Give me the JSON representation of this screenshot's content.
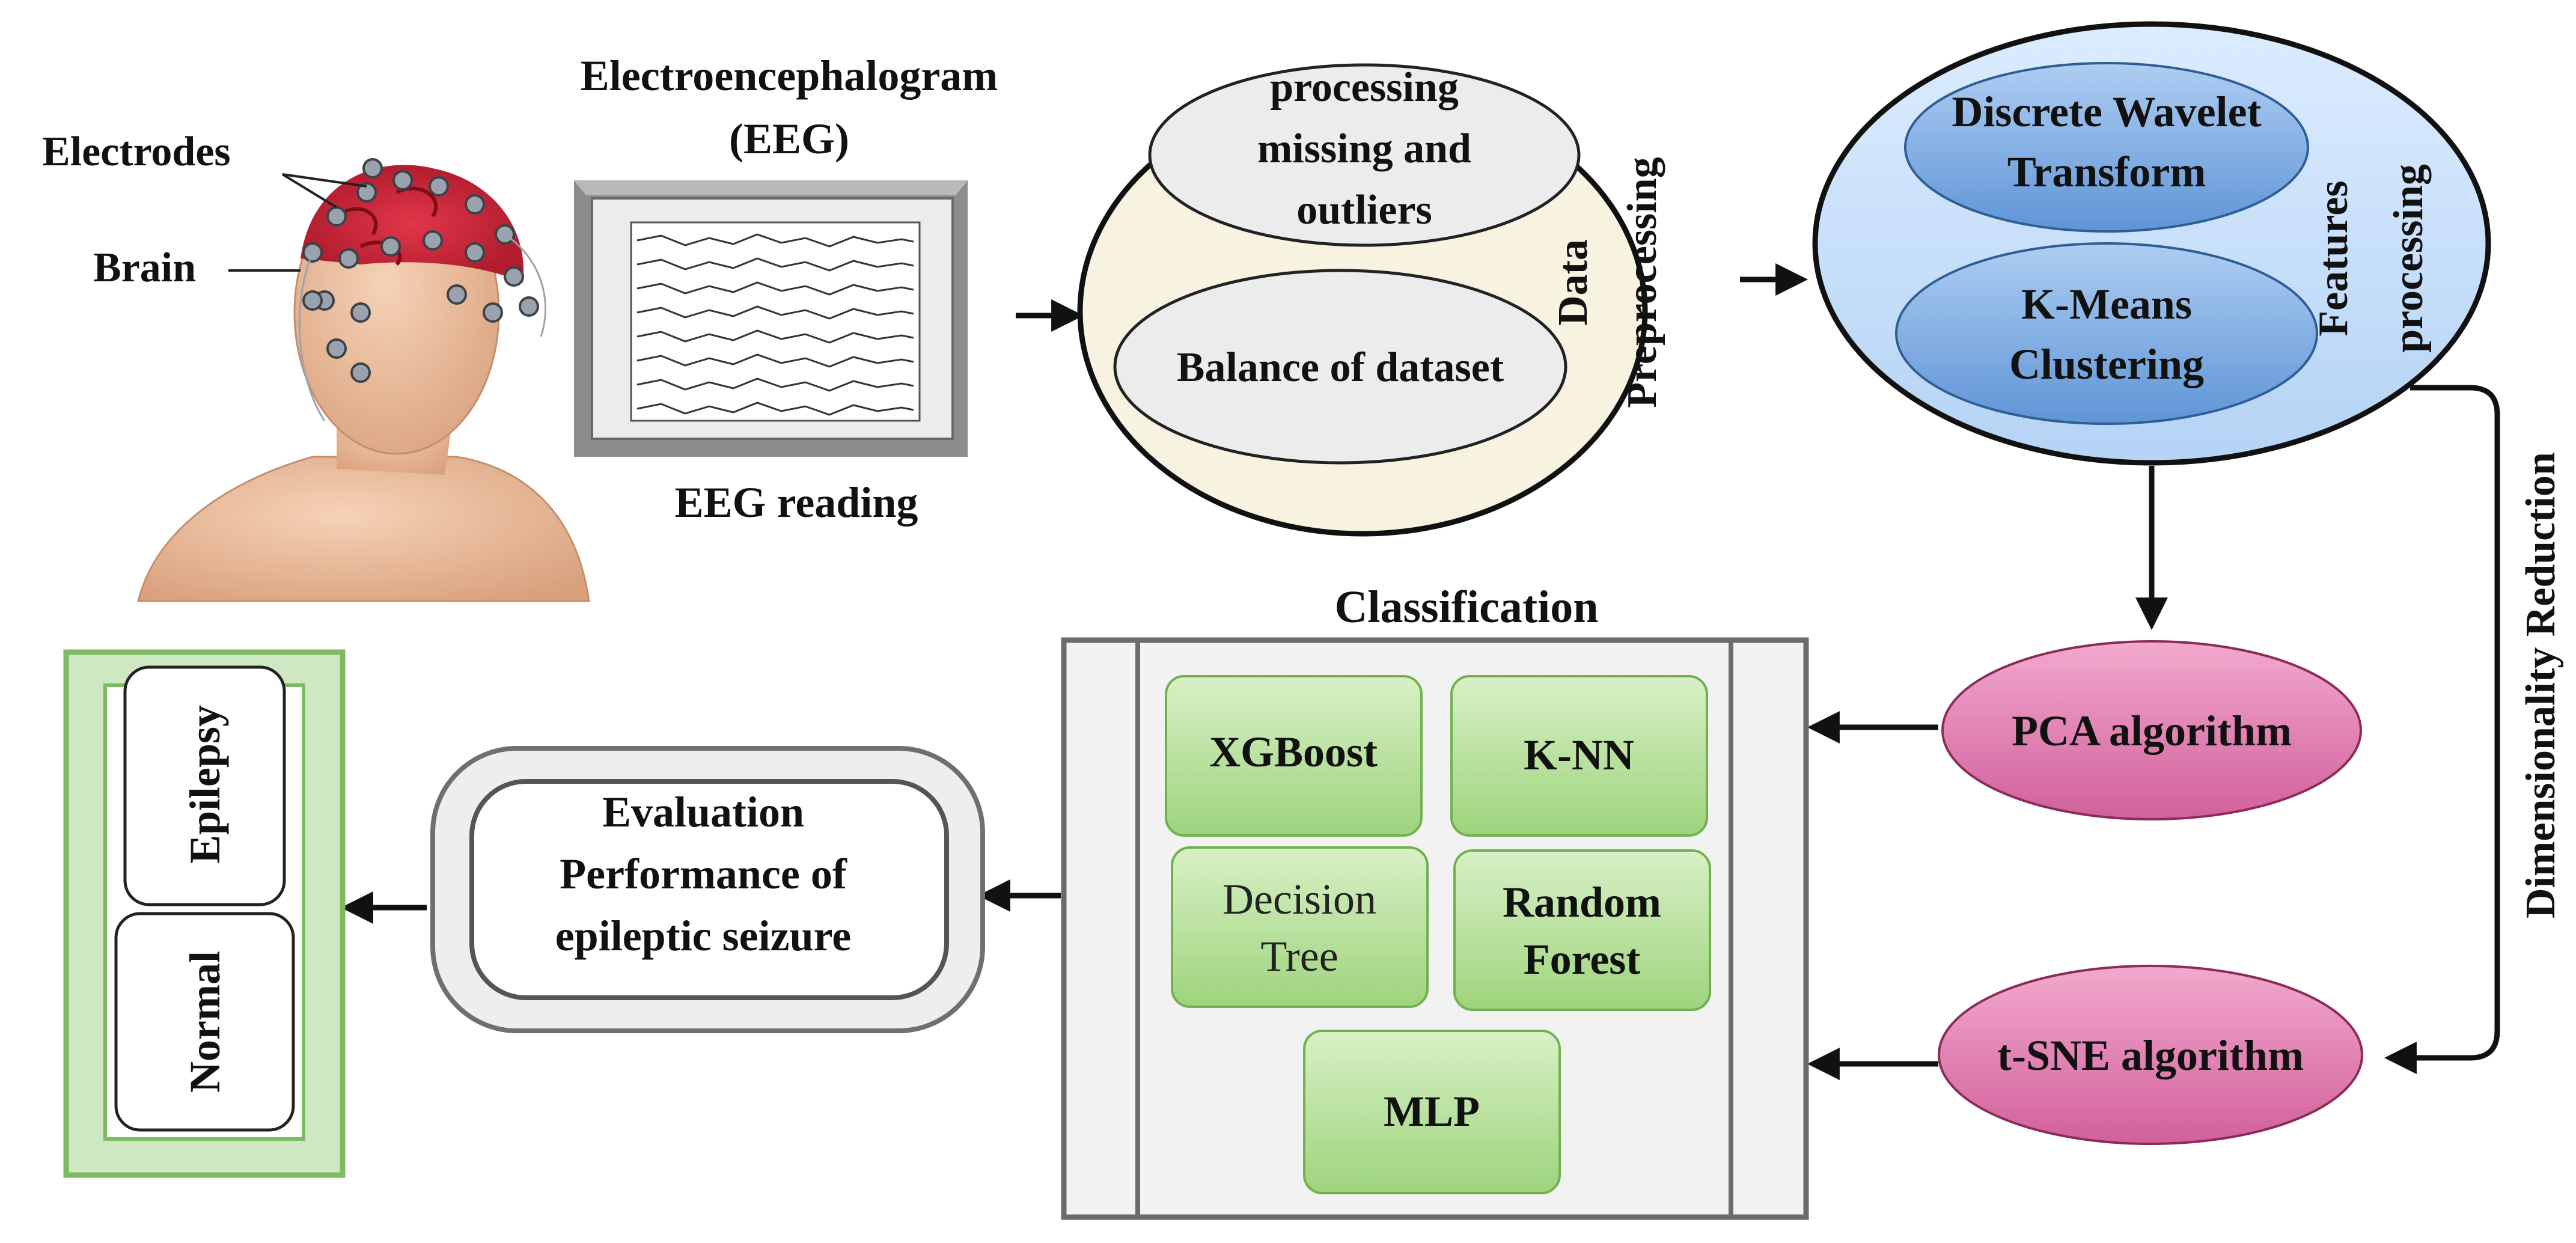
{
  "input": {
    "electrodes_label": "Electrodes",
    "brain_label": "Brain",
    "eeg_title_1": "Electroencephalogram",
    "eeg_title_2": "(EEG)",
    "eeg_reading_label": "EEG reading"
  },
  "preprocessing": {
    "label_1": "Data",
    "label_2": "Preprocessing",
    "step_1": [
      "processing",
      "missing and",
      "outliers"
    ],
    "step_2": "Balance of dataset"
  },
  "features": {
    "label_1": "Features",
    "label_2": "processing",
    "step_1": [
      "Discrete Wavelet",
      "Transform"
    ],
    "step_2": [
      "K-Means",
      "Clustering"
    ]
  },
  "dimensionality": {
    "label": "Dimensionality Reduction",
    "pca": "PCA algorithm",
    "tsne": "t-SNE algorithm"
  },
  "classification": {
    "title": "Classification",
    "models": {
      "xgboost": "XGBoost",
      "knn": "K-NN",
      "decision_tree": [
        "Decision",
        "Tree"
      ],
      "random_forest": [
        "Random",
        "Forest"
      ],
      "mlp": "MLP"
    }
  },
  "evaluation": {
    "lines": [
      "Evaluation",
      "Performance of",
      "epileptic seizure"
    ]
  },
  "output": {
    "epilepsy": "Epilepsy",
    "normal": "Normal"
  }
}
